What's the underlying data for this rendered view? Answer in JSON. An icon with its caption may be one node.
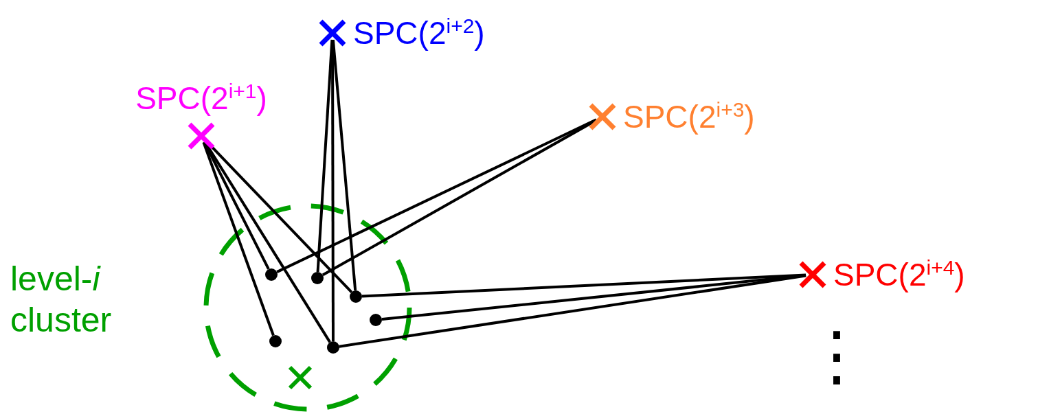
{
  "diagram": {
    "nodes": [
      {
        "text": [
          "SPC(2$^{i+1}$)"
        ]
      },
      {
        "text": [
          "SPC(2$^{i+2}$)"
        ]
      },
      {
        "text": [
          "SPC(2$^{i+3}$)"
        ]
      },
      {
        "text": [
          "SPC(2$^{i+4}$)"
        ]
      },
      {
        "text": [
          "level-*i* cluster"
        ]
      },
      {
        "text": [],
        "shape": "circle",
        "in": 4
      },
      {
        "text": [],
        "shape": "circle",
        "in": 4
      },
      {
        "text": [],
        "shape": "circle",
        "in": 4
      },
      {
        "text": [],
        "shape": "circle",
        "in": 4
      },
      {
        "text": [],
        "shape": "circle",
        "in": 4
      },
      {
        "text": [],
        "shape": "circle",
        "in": 4
      },
      {
        "text": [],
        "shape": "cross",
        "in": 4
      }
    ],
    "edges": [
      {
        "from": 0,
        "to": 5,
        "arrow": "none"
      },
      {
        "from": 0,
        "to": 9,
        "arrow": "none"
      },
      {
        "from": 0,
        "to": 10,
        "arrow": "none"
      },
      {
        "from": 0,
        "to": 7,
        "arrow": "none"
      },
      {
        "from": 1,
        "to": 6,
        "arrow": "none"
      },
      {
        "from": 1,
        "to": 10,
        "arrow": "none"
      },
      {
        "from": 1,
        "to": 7,
        "arrow": "none"
      },
      {
        "from": 2,
        "to": 5,
        "arrow": "none"
      },
      {
        "from": 2,
        "to": 6,
        "arrow": "none"
      },
      {
        "from": 3,
        "to": 7,
        "arrow": "none"
      },
      {
        "from": 3,
        "to": 8,
        "arrow": "none"
      },
      {
        "from": 3,
        "to": 10,
        "arrow": "none"
      }
    ],
    "labels": [
      "⋮"
    ]
  }
}
